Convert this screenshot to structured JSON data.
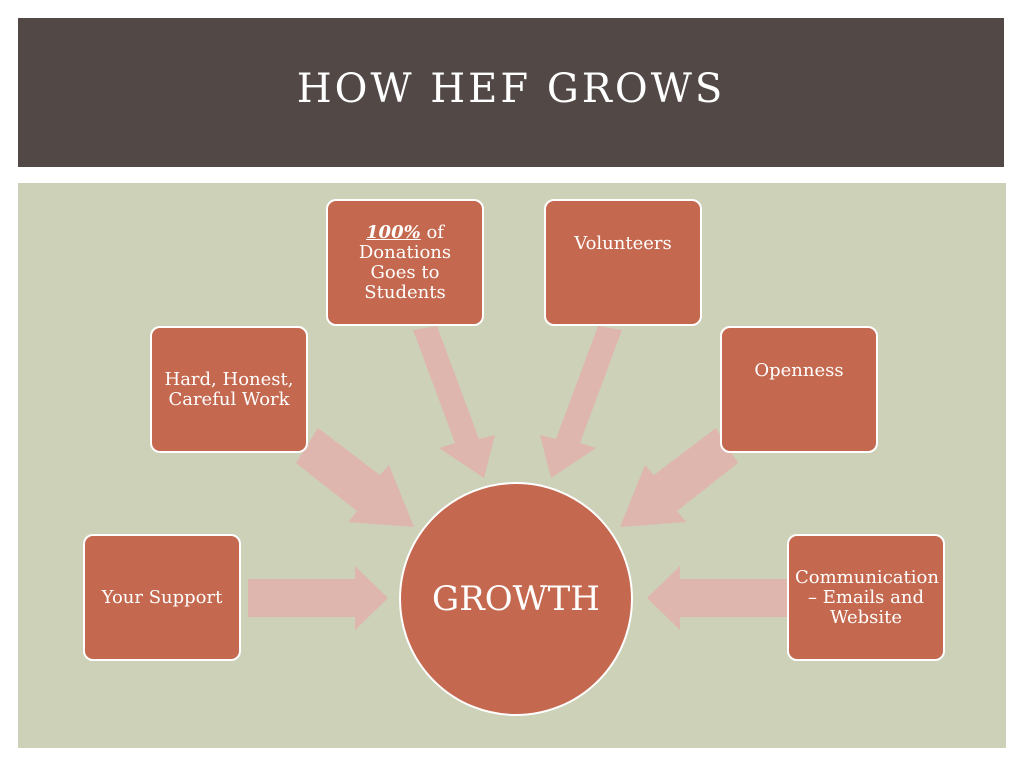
{
  "slide": {
    "title": "HOW HEF GROWS"
  },
  "diagram": {
    "center": "GROWTH",
    "nodes": [
      {
        "id": "your-support",
        "label": "Your Support"
      },
      {
        "id": "hard-honest-careful-work",
        "label": "Hard, Honest, Careful Work"
      },
      {
        "id": "donations",
        "emphasis": "100%",
        "label_rest": " of Donations Goes to Students"
      },
      {
        "id": "volunteers",
        "label": "Volunteers"
      },
      {
        "id": "openness",
        "label": "Openness"
      },
      {
        "id": "communication",
        "label": "Communication – Emails and Website"
      }
    ]
  },
  "colors": {
    "title_bar": "#524947",
    "panel": "#ccd1b8",
    "node_fill": "#c4694f",
    "arrow_fill": "#dfb6ae",
    "text": "#ffffff"
  }
}
